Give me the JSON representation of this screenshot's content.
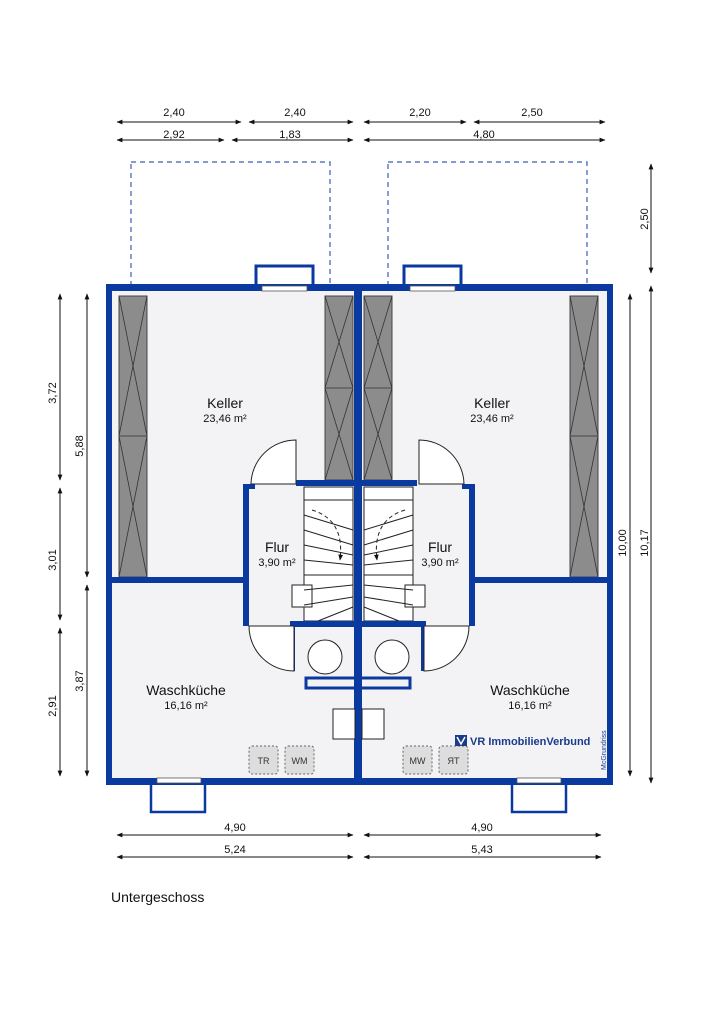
{
  "floor_label": "Untergeschoss",
  "rooms": {
    "keller_left": {
      "name": "Keller",
      "area": "23,46 m²"
    },
    "keller_right": {
      "name": "Keller",
      "area": "23,46 m²"
    },
    "flur_left": {
      "name": "Flur",
      "area": "3,90 m²"
    },
    "flur_right": {
      "name": "Flur",
      "area": "3,90 m²"
    },
    "wasch_left": {
      "name": "Waschküche",
      "area": "16,16 m²"
    },
    "wasch_right": {
      "name": "Waschküche",
      "area": "16,16 m²"
    }
  },
  "appliances": {
    "tr": "TR",
    "wm_left": "WM",
    "mw_right": "MW",
    "rt_right": "ЯT"
  },
  "dimensions": {
    "top_row1": [
      "2,40",
      "2,40",
      "2,20",
      "2,50"
    ],
    "top_row2": [
      "2,92",
      "1,83",
      "4,80"
    ],
    "right_terrace": "2,50",
    "right_inner": "10,00",
    "right_outer": "10,17",
    "left_outer": [
      "3,72",
      "3,01",
      "2,91"
    ],
    "left_inner": [
      "5,88",
      "3,87"
    ],
    "bottom_row1": [
      "4,90",
      "4,90"
    ],
    "bottom_row2": [
      "5,24",
      "5,43"
    ]
  },
  "branding": {
    "logo_text": "VR ImmobilienVerbund",
    "credit": "McGrundriss"
  },
  "colors": {
    "wall": "#0a3aa0",
    "floor": "#f3f3f5",
    "wardrobe": "#8c8c8c",
    "logo": "#1a3a8c"
  }
}
